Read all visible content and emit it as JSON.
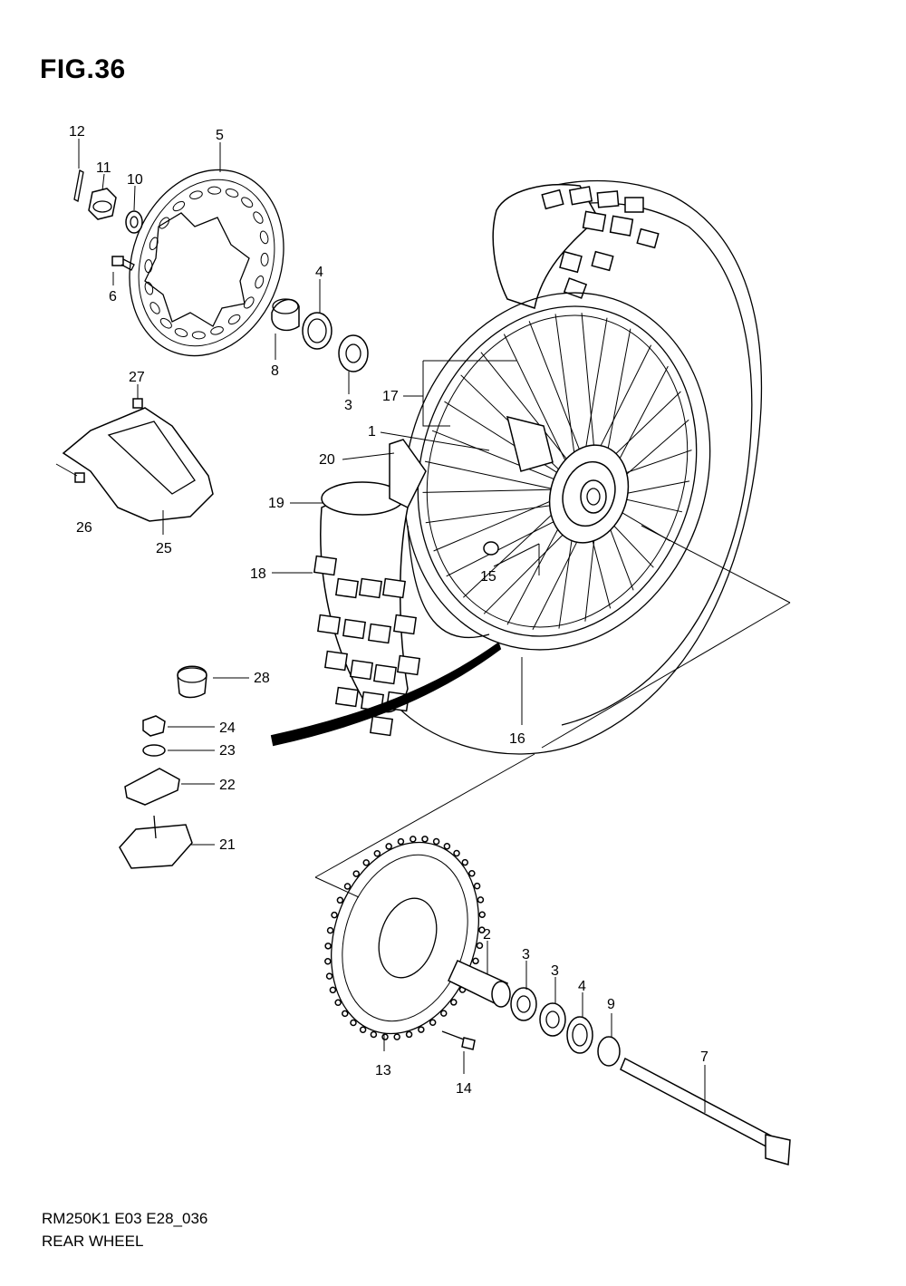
{
  "figure_title": "FIG.36",
  "footer": {
    "model_code": "RM250K1 E03 E28_036",
    "section_name": "REAR WHEEL"
  },
  "callouts": [
    "12",
    "11",
    "10",
    "5",
    "6",
    "4",
    "8",
    "3",
    "27",
    "17",
    "1",
    "20",
    "26",
    "25",
    "19",
    "18",
    "15",
    "28",
    "16",
    "24",
    "23",
    "22",
    "21",
    "2",
    "3",
    "3",
    "4",
    "9",
    "7",
    "13",
    "14"
  ]
}
